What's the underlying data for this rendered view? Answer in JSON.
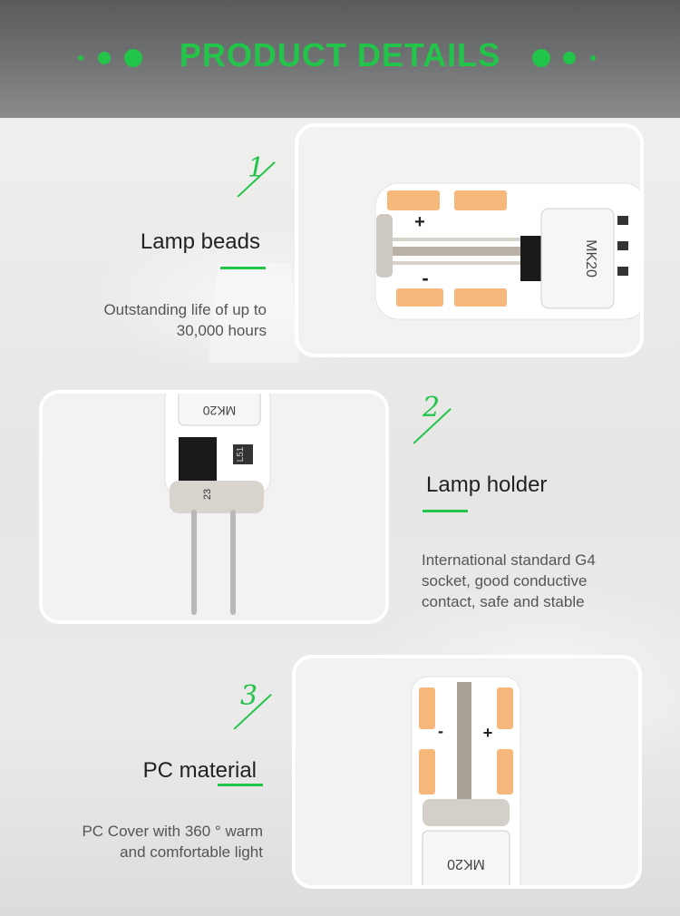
{
  "header": {
    "title": "PRODUCT DETAILS"
  },
  "sections": [
    {
      "number": "1",
      "title": "Lamp beads",
      "description_lines": [
        "Outstanding life of up to",
        "30,000 hours"
      ],
      "image_marks": {
        "plus": "+",
        "minus": "-",
        "chip_text": "MK20"
      }
    },
    {
      "number": "2",
      "title": "Lamp holder",
      "description_lines": [
        "International standard G4",
        "socket, good conductive",
        "contact, safe and stable"
      ],
      "image_marks": {
        "chip_text": "MK20",
        "board_number": "23",
        "component_code": "L51"
      }
    },
    {
      "number": "3",
      "title": "PC material",
      "description_lines": [
        "PC Cover with 360 ° warm",
        "and comfortable light"
      ],
      "image_marks": {
        "minus": "-",
        "plus": "+",
        "chip_text": "MK20"
      }
    }
  ],
  "colors": {
    "accent": "#23c44a",
    "header_bg": "#6b6c6d",
    "led": "#f5b87a"
  }
}
